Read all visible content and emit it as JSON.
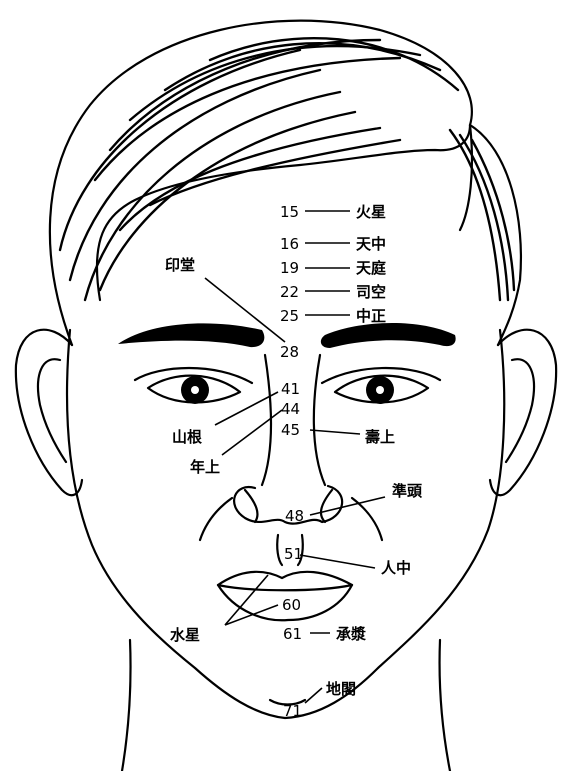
{
  "colors": {
    "ink": "#000000",
    "paper": "#ffffff"
  },
  "points": [
    {
      "id": "p15",
      "number": "15",
      "label": "火星"
    },
    {
      "id": "p16",
      "number": "16",
      "label": "天中"
    },
    {
      "id": "p19",
      "number": "19",
      "label": "天庭"
    },
    {
      "id": "p22",
      "number": "22",
      "label": "司空"
    },
    {
      "id": "p25",
      "number": "25",
      "label": "中正"
    },
    {
      "id": "p28",
      "number": "28",
      "label": "印堂"
    },
    {
      "id": "p41",
      "number": "41",
      "label": "山根"
    },
    {
      "id": "p44",
      "number": "44",
      "label": "年上"
    },
    {
      "id": "p45",
      "number": "45",
      "label": "壽上"
    },
    {
      "id": "p48",
      "number": "48",
      "label": "準頭"
    },
    {
      "id": "p51",
      "number": "51",
      "label": "人中"
    },
    {
      "id": "p60",
      "number": "60",
      "label": "水星"
    },
    {
      "id": "p61",
      "number": "61",
      "label": "承漿"
    },
    {
      "id": "p71",
      "number": "71",
      "label": "地閣"
    }
  ]
}
